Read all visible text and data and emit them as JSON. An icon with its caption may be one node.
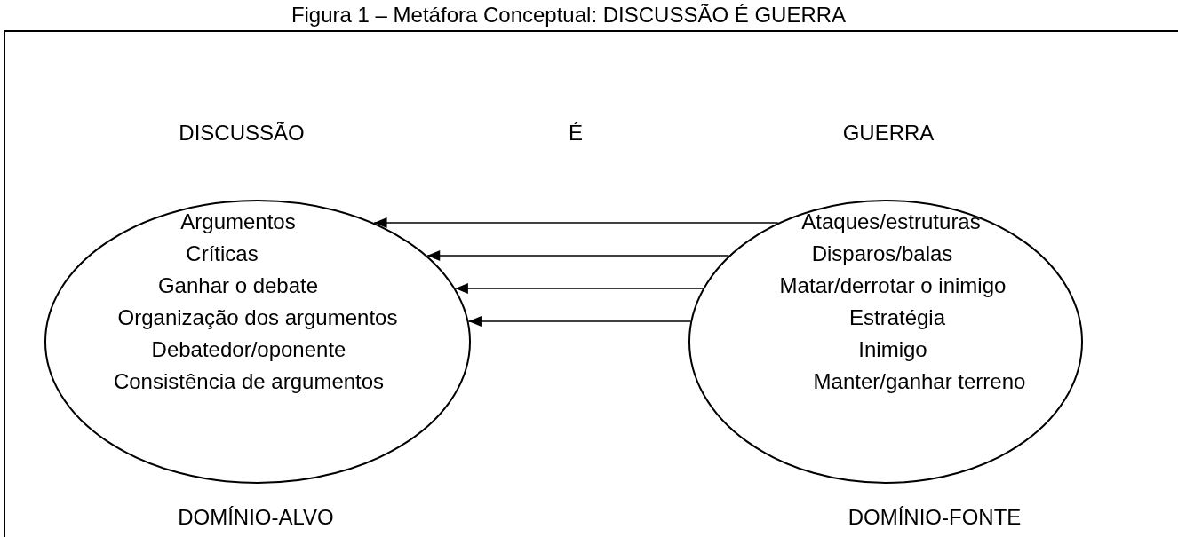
{
  "diagram": {
    "title": "Figura 1 – Metáfora Conceptual: DISCUSSÃO É GUERRA",
    "nodes": [
      {
        "text": [
          "Argumentos",
          "Críticas",
          "Ganhar o debate",
          "Organização dos argumentos",
          "Debatedor/oponente",
          "Consistência de argumentos"
        ]
      },
      {
        "text": [
          "Ataques/estruturas",
          "Disparos/balas",
          "Matar/derrotar o inimigo",
          "Estratégia",
          "Inimigo",
          "Manter/ganhar terreno"
        ]
      }
    ],
    "edges": [
      {
        "from": 1,
        "to": 0,
        "arrow": "to"
      },
      {
        "from": 1,
        "to": 0,
        "arrow": "to"
      },
      {
        "from": 1,
        "to": 0,
        "arrow": "to"
      },
      {
        "from": 1,
        "to": 0,
        "arrow": "to"
      }
    ],
    "labels": [
      "DISCUSSÃO",
      "É",
      "GUERRA",
      "DOMÍNIO-ALVO",
      "DOMÍNIO-FONTE"
    ]
  }
}
